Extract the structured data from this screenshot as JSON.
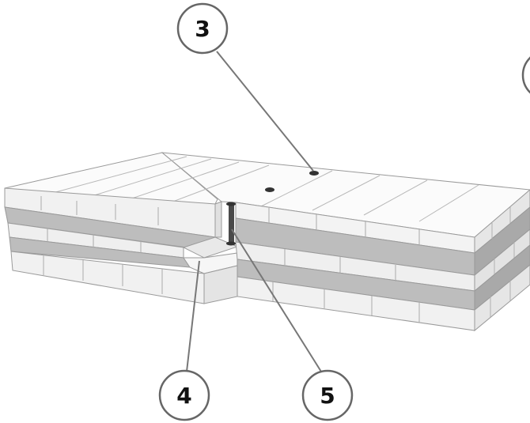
{
  "callouts": [
    {
      "id": "3",
      "label": "3"
    },
    {
      "id": "4",
      "label": "4"
    },
    {
      "id": "5",
      "label": "5"
    },
    {
      "id": "partial",
      "label": ""
    }
  ],
  "colors": {
    "block_face_light": "#f1f1f1",
    "block_top": "#fbfbfb",
    "block_side": "#e4e4e4",
    "insulation_layer": "#bdbdbd",
    "insulation_dark": "#a9a9a9",
    "block_edge": "#8f8f8f",
    "fastener": "#333333",
    "leader_line": "#777777"
  }
}
